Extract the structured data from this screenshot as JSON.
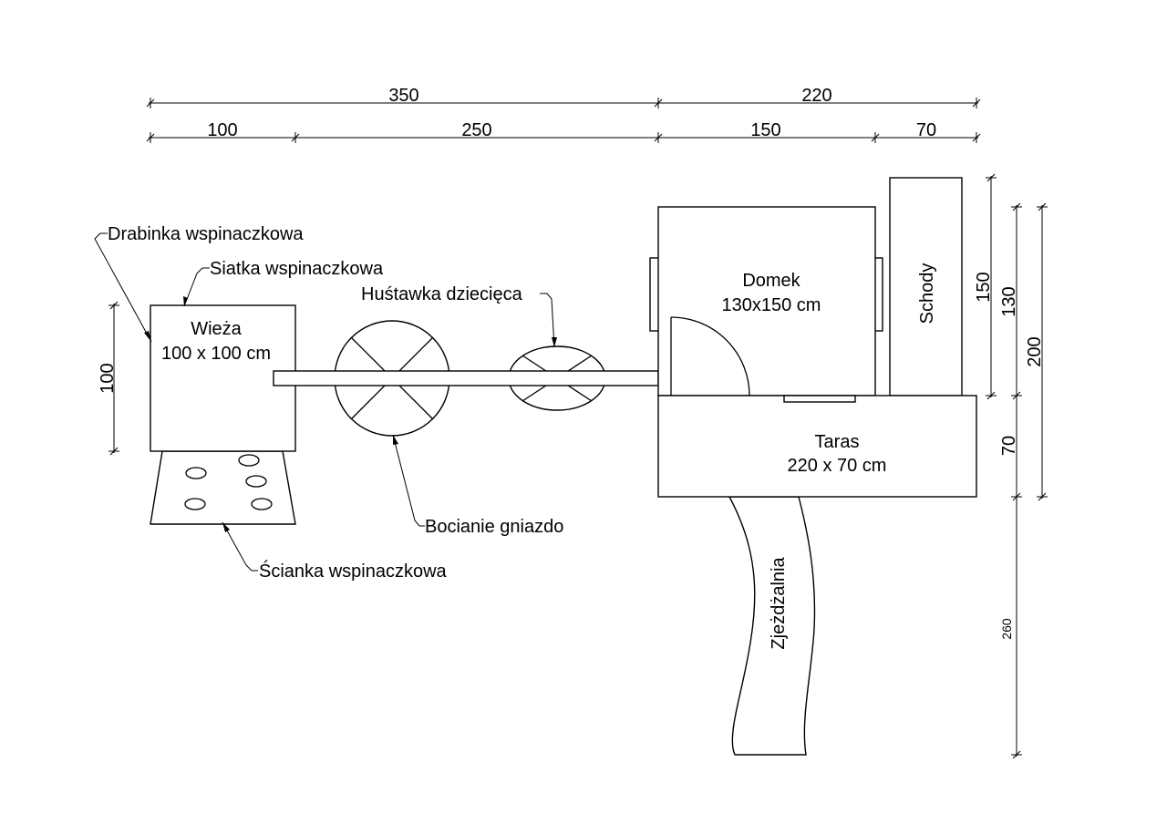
{
  "dimensions": {
    "top_350": "350",
    "top_220": "220",
    "top_100": "100",
    "top_250": "250",
    "top_150": "150",
    "top_70": "70",
    "left_100": "100",
    "right_150": "150",
    "right_130": "130",
    "right_200": "200",
    "right_70": "70",
    "right_260": "260"
  },
  "labels": {
    "ladder": "Drabinka wspinaczkowa",
    "net": "Siatka wspinaczkowa",
    "swing": "Huśtawka dziecięca",
    "nest": "Bocianie gniazdo",
    "wall": "Ścianka wspinaczkowa",
    "stairs": "Schody",
    "slide": "Zjeżdżalnia"
  },
  "rooms": {
    "tower_name": "Wieża",
    "tower_size": "100 x 100 cm",
    "house_name": "Domek",
    "house_size": "130x150 cm",
    "terrace_name": "Taras",
    "terrace_size": "220 x 70 cm"
  }
}
